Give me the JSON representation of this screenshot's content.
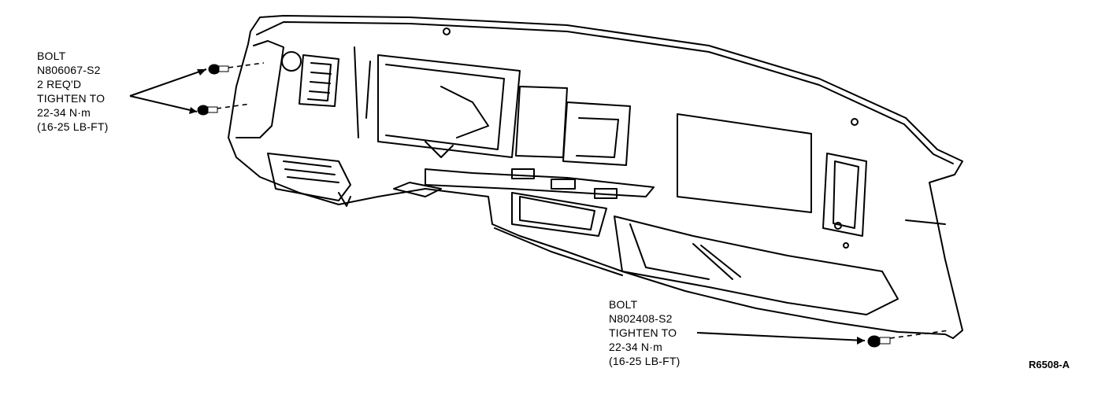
{
  "callouts": {
    "upper": {
      "lines": [
        "BOLT",
        "N806067-S2",
        "2 REQ'D",
        "TIGHTEN TO",
        "22-34 N·m",
        "(16-25 LB-FT)"
      ]
    },
    "lower": {
      "lines": [
        "BOLT",
        "N802408-S2",
        "TIGHTEN TO",
        "22-34 N·m",
        "(16-25 LB-FT)"
      ]
    }
  },
  "figure_code": "R6508-A"
}
